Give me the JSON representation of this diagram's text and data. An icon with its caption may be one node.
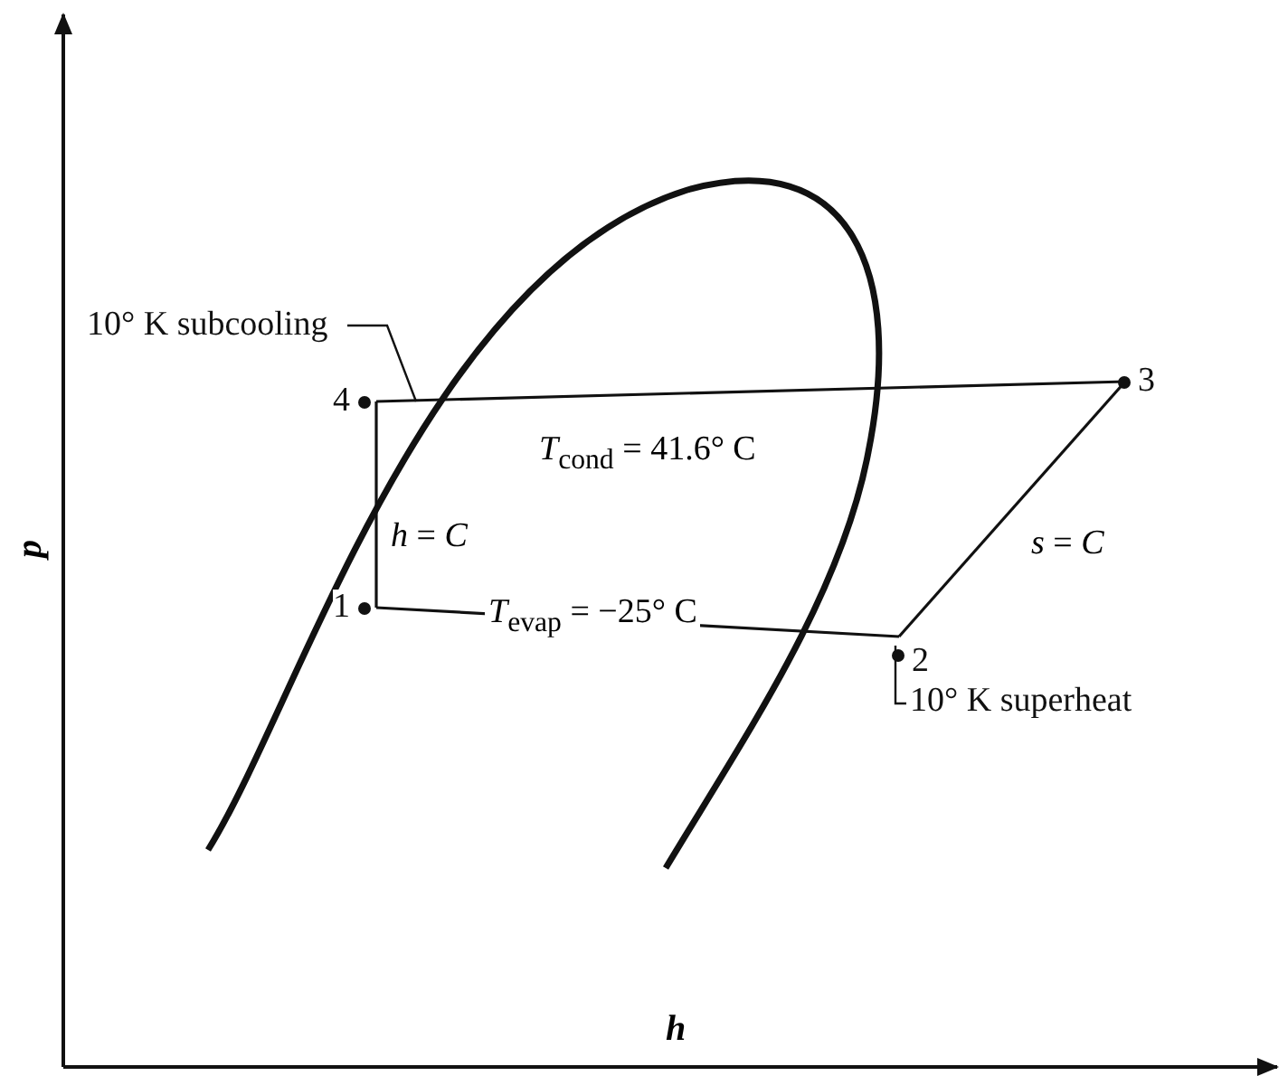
{
  "diagram": {
    "nodes": [
      {
        "text": [
          "4"
        ]
      },
      {
        "text": [
          "1"
        ]
      },
      {
        "text": [
          "2"
        ]
      },
      {
        "text": [
          "3"
        ]
      },
      {
        "text": [
          "10° K subcooling"
        ]
      },
      {
        "text": [
          "10° K superheat"
        ]
      }
    ],
    "edges": [
      {
        "from": 1,
        "to": 2,
        "arrow": "none",
        "label": "*T*$_{evap}$ = −25° C"
      },
      {
        "from": 2,
        "to": 3,
        "arrow": "none",
        "label": "*s* = *C*"
      },
      {
        "from": 3,
        "to": 0,
        "arrow": "none",
        "label": "*T*$_{cond}$ = 41.6° C"
      },
      {
        "from": 0,
        "to": 1,
        "arrow": "none",
        "label": "*h* = *C*"
      },
      {
        "from": 4,
        "to": null,
        "arrow": "none"
      },
      {
        "from": 5,
        "to": 2,
        "arrow": "none"
      }
    ],
    "labels": [
      "p",
      "h"
    ]
  }
}
